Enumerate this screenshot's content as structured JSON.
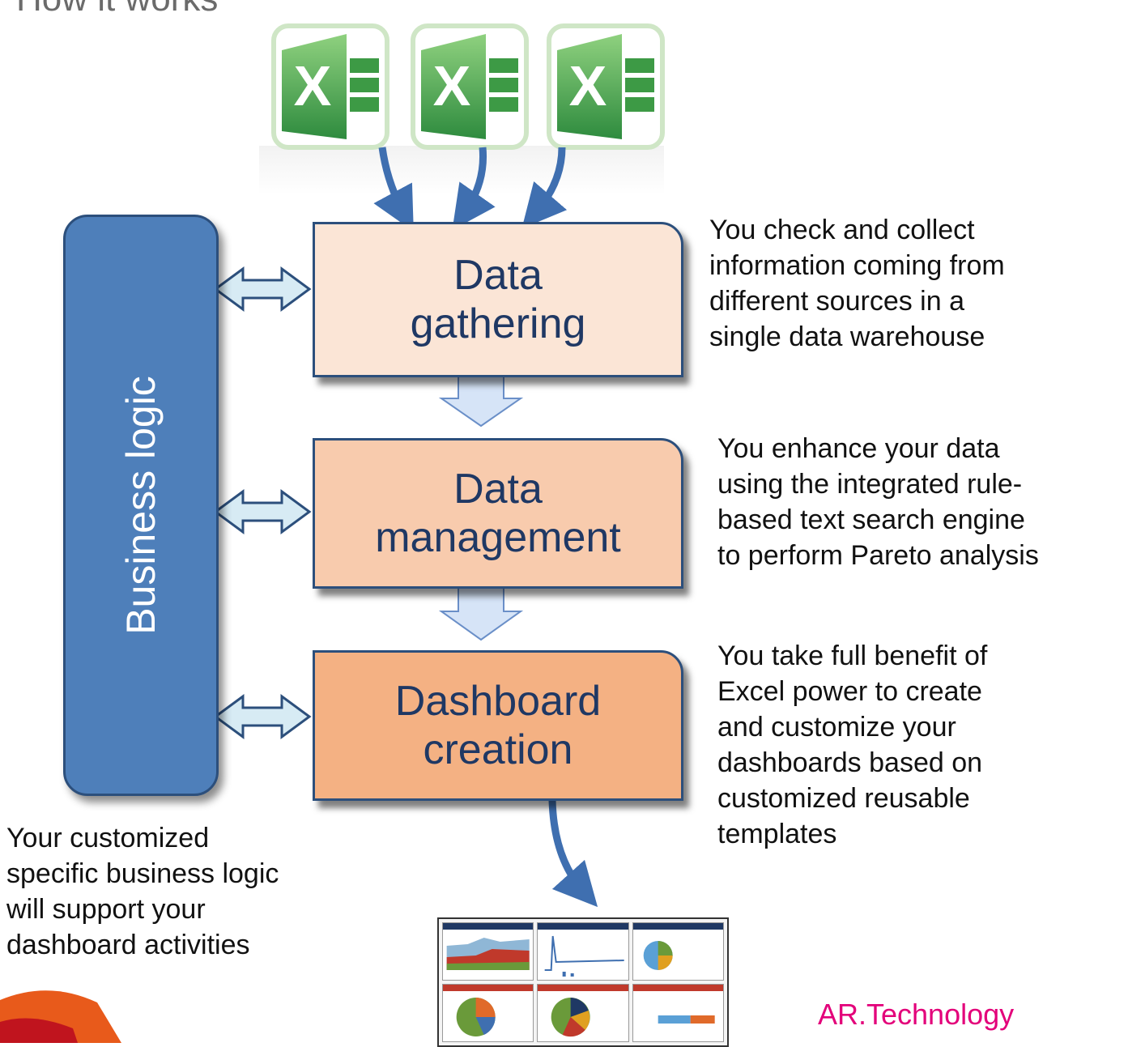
{
  "title": "How it works",
  "business_logic": {
    "label": "Business logic"
  },
  "stages": [
    {
      "line1": "Data",
      "line2": "gathering",
      "color": "#fbe5d6"
    },
    {
      "line1": "Data",
      "line2": "management",
      "color": "#f8cbad"
    },
    {
      "line1": "Dashboard",
      "line2": "creation",
      "color": "#f4b183"
    }
  ],
  "descriptions": {
    "gathering": [
      "You check and collect",
      "information coming from",
      "different sources in a",
      "single data warehouse"
    ],
    "management": [
      "You enhance your data",
      "using the integrated rule-",
      "based text search engine",
      "to perform Pareto analysis"
    ],
    "dashboard": [
      "You take full benefit of",
      "Excel power to create",
      "and customize your",
      "dashboards based on",
      "customized reusable",
      "templates"
    ],
    "business": [
      "Your customized",
      "specific business logic",
      "will support your",
      "dashboard activities"
    ]
  },
  "brand": {
    "text": "AR.Technology",
    "color": "#e3007a"
  },
  "colors": {
    "business_logic": "#4e7fba",
    "border": "#2c4f7c",
    "arrow": "#3f6fb0",
    "excel_green": "#2e8b3e"
  },
  "icons": [
    "excel-icon",
    "excel-icon",
    "excel-icon"
  ]
}
